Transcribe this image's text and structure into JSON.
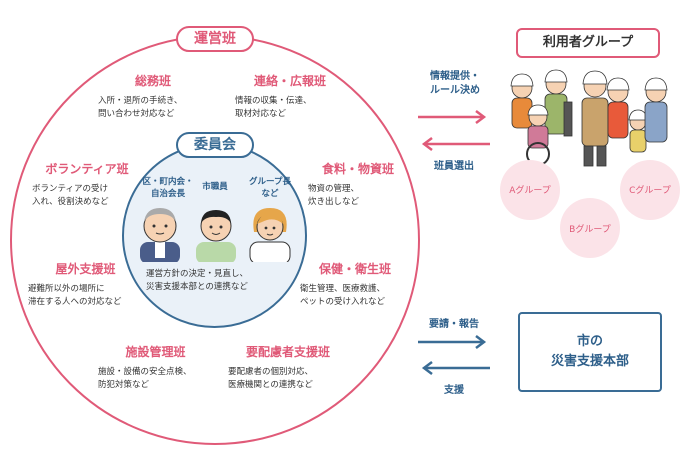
{
  "operating_team": {
    "label": "運営班"
  },
  "committee": {
    "label": "委員会",
    "members": [
      {
        "lines": [
          "区・町内会・",
          "自治会長"
        ]
      },
      {
        "lines": [
          "市職員"
        ]
      },
      {
        "lines": [
          "グループ長",
          "など"
        ]
      }
    ],
    "desc_lines": [
      "運営方針の決定・見直し、",
      "災害支援本部との連携など"
    ]
  },
  "teams": [
    {
      "title": "総務班",
      "lines": [
        "入所・退所の手続き、",
        "問い合わせ対応など"
      ]
    },
    {
      "title": "連絡・広報班",
      "lines": [
        "情報の収集・伝達、",
        "取材対応など"
      ]
    },
    {
      "title": "ボランティア班",
      "lines": [
        "ボランティアの受け",
        "入れ、役割決めなど"
      ]
    },
    {
      "title": "食料・物資班",
      "lines": [
        "物資の管理、",
        "炊き出しなど"
      ]
    },
    {
      "title": "屋外支援班",
      "lines": [
        "避難所以外の場所に",
        "滞在する人への対応など"
      ]
    },
    {
      "title": "保健・衛生班",
      "lines": [
        "衛生管理、医療救護、",
        "ペットの受け入れなど"
      ]
    },
    {
      "title": "施設管理班",
      "lines": [
        "施設・設備の安全点検、",
        "防犯対策など"
      ]
    },
    {
      "title": "要配慮者支援班",
      "lines": [
        "要配慮者の個別対応、",
        "医療機関との連携など"
      ]
    }
  ],
  "user_group": {
    "label": "利用者グループ",
    "groups": [
      "Aグループ",
      "Bグループ",
      "Cグループ"
    ]
  },
  "city_hq": {
    "lines": [
      "市の",
      "災害支援本部"
    ]
  },
  "arrows": {
    "info_lines": [
      "情報提供・",
      "ルール決め"
    ],
    "staff": "班員選出",
    "request": "要請・報告",
    "support": "支援"
  },
  "colors": {
    "accent_red": "#e05a78",
    "accent_blue": "#3a6c95",
    "group_pink": "#fbe3e8",
    "inner_fill": "#eaf1f8"
  }
}
